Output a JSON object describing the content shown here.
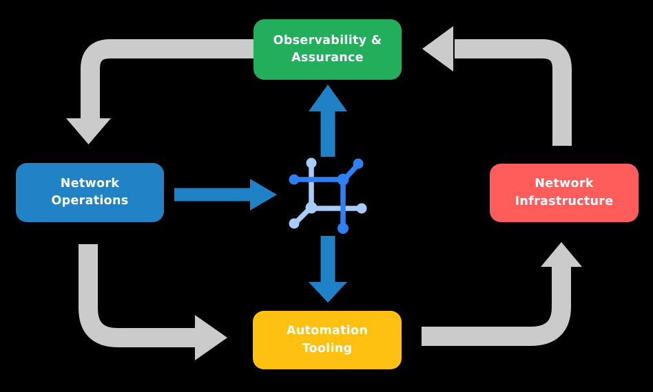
{
  "diagram": {
    "nodes": {
      "observability": {
        "line1": "Observability &",
        "line2": "Assurance",
        "color": "#22AE5B"
      },
      "operations": {
        "line1": "Network",
        "line2": "Operations",
        "color": "#2183C5"
      },
      "infrastructure": {
        "line1": "Network",
        "line2": "Infrastructure",
        "color": "#FF5C5C"
      },
      "automation": {
        "line1": "Automation",
        "line2": "Tooling",
        "color": "#FEC011"
      }
    },
    "center_icon": {
      "name": "network-automation-icon",
      "dark_blue": "#2F80F2",
      "light_blue": "#A9CBF8"
    },
    "arrows": {
      "gray_color": "#CBCBCB",
      "blue_color": "#2082C6",
      "cycle": [
        {
          "from": "observability",
          "to": "operations"
        },
        {
          "from": "operations",
          "to": "automation"
        },
        {
          "from": "automation",
          "to": "infrastructure"
        },
        {
          "from": "infrastructure",
          "to": "observability"
        }
      ],
      "hub": [
        {
          "from": "operations",
          "to": "center-icon"
        },
        {
          "from": "center-icon",
          "to": "observability"
        },
        {
          "from": "center-icon",
          "to": "automation"
        }
      ]
    },
    "background_color": "#000000",
    "text_color": "#FFFFFF"
  }
}
